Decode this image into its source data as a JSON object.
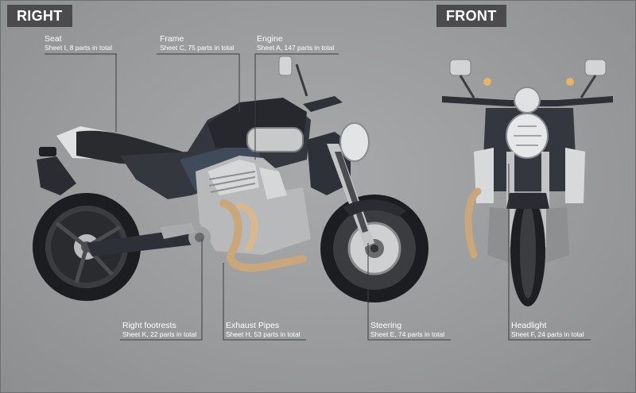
{
  "views": {
    "right": "RIGHT",
    "front": "FRONT"
  },
  "callouts": {
    "seat": {
      "name": "Seat",
      "sheet": "Sheet I, 8 parts in total"
    },
    "frame": {
      "name": "Frame",
      "sheet": "Sheet C, 75 parts in total"
    },
    "engine": {
      "name": "Engine",
      "sheet": "Sheet A, 147 parts in total"
    },
    "right_footrests": {
      "name": "Right footrests",
      "sheet": "Sheet K, 22 parts in total"
    },
    "exhaust_pipes": {
      "name": "Exhaust Pipes",
      "sheet": "Sheet H, 53 parts in total"
    },
    "steering": {
      "name": "Steering",
      "sheet": "Sheet E, 74 parts in total"
    },
    "headlight": {
      "name": "Headlight",
      "sheet": "Sheet F, 24 parts in total"
    }
  },
  "colors": {
    "background": "#9a9b9d",
    "tab": "#4b4b4d",
    "label_text": "#ffffff",
    "body_dark": "#2e3138",
    "chrome": "#cfd0d2",
    "exhaust": "#c9a77a"
  }
}
